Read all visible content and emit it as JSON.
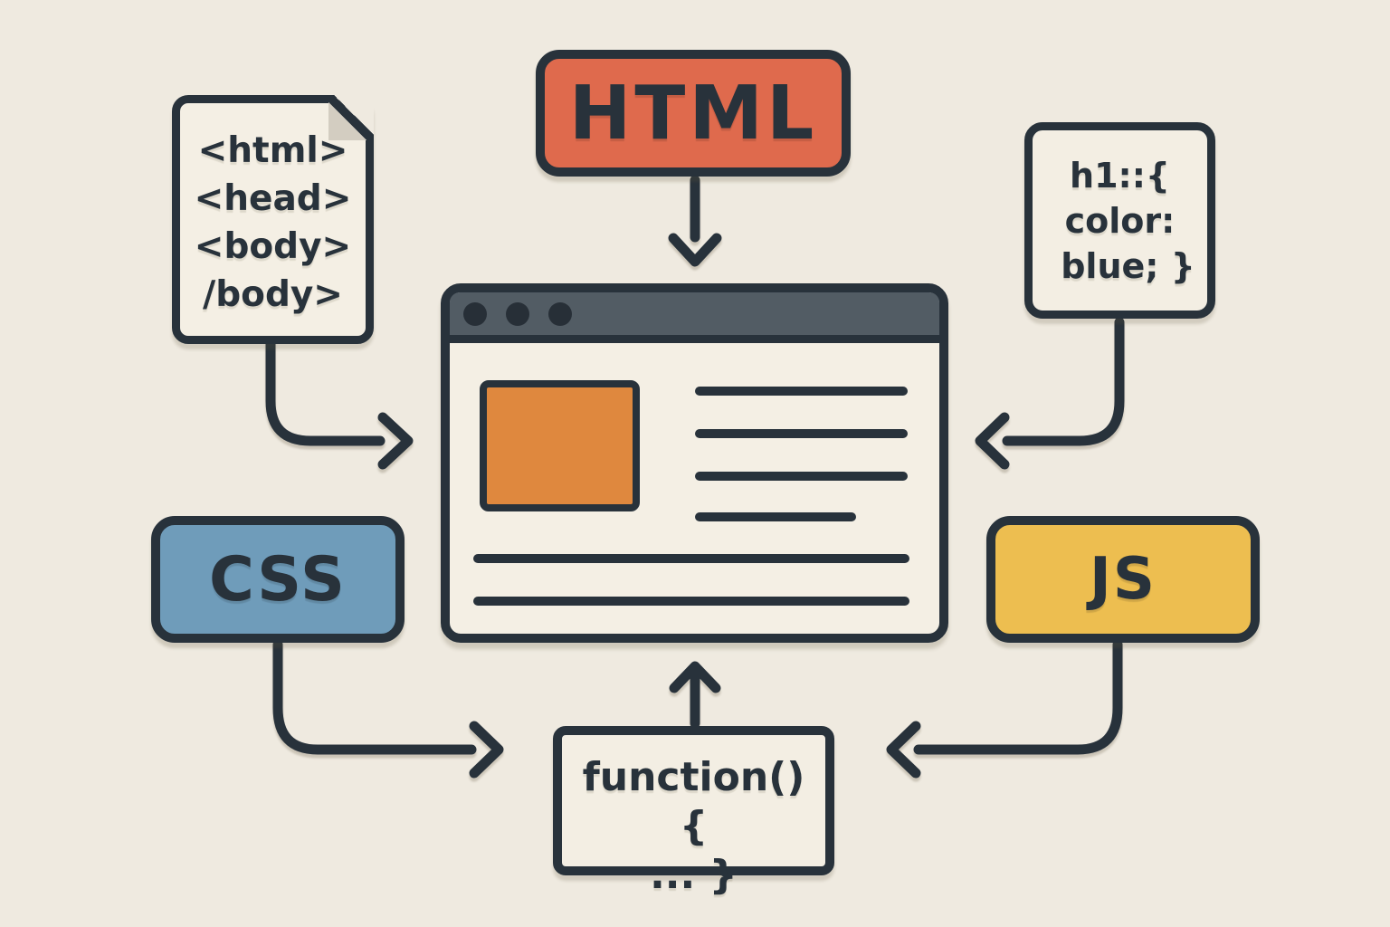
{
  "diagram": {
    "background_color": "#EFEAE0",
    "outline_color": "#28323B",
    "doc_card": {
      "lines": [
        "<html>",
        "<head>",
        "<body>",
        "/body>"
      ]
    },
    "html_badge": {
      "label": "HTML",
      "fill_color": "#DF6A4D"
    },
    "css_badge": {
      "label": "CSS",
      "fill_color": "#6F9CBA"
    },
    "js_badge": {
      "label": "JS",
      "fill_color": "#EDBE50"
    },
    "css_rule_card": {
      "lines": [
        "h1::{",
        "color:",
        "blue; }"
      ]
    },
    "function_card": {
      "lines": [
        "function() {",
        "... }"
      ]
    },
    "browser_window": {
      "titlebar_color": "#525C64",
      "traffic_dot_color": "#272F37",
      "hero_block_color": "#DF883E",
      "traffic_dots": 3,
      "text_lines_right": 4,
      "text_lines_bottom": 2
    },
    "arrows": [
      {
        "name": "doc-to-browser"
      },
      {
        "name": "html-to-browser"
      },
      {
        "name": "css-rule-to-browser"
      },
      {
        "name": "css-to-function"
      },
      {
        "name": "js-to-function"
      },
      {
        "name": "function-to-browser"
      }
    ]
  }
}
